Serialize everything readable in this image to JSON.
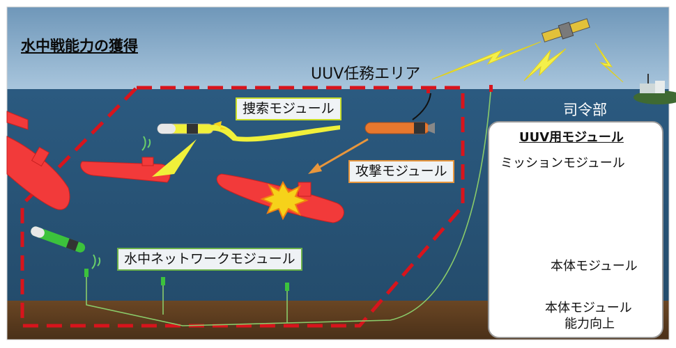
{
  "diagram": {
    "title": "水中戦能力の獲得",
    "area_label": "UUV任務エリア",
    "hq_label": "司令部",
    "modules": {
      "search": "捜索モジュール",
      "attack": "攻撃モジュール",
      "network": "水中ネットワークモジュール"
    },
    "panel": {
      "title": "UUV用モジュール",
      "mission": "ミッションモジュール",
      "body": "本体モジュール",
      "body_upgrade_line1": "本体モジュール",
      "body_upgrade_line2": "能力向上"
    }
  },
  "colors": {
    "sky": "#8fb2cf",
    "sea": "#2d5b7e",
    "seabed": "#5a3b20",
    "submarine": "#f23a3a",
    "area_dash": "#d8141c",
    "uuv_orange": "#e8782e",
    "uuv_green": "#3cc23c",
    "search_yellow": "#f0f03a",
    "link_green": "#8acb6a"
  }
}
